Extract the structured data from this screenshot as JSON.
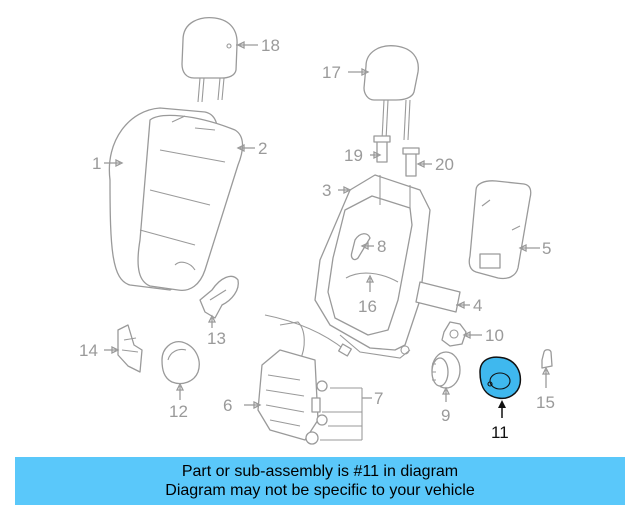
{
  "callouts": {
    "c1": "1",
    "c2": "2",
    "c3": "3",
    "c4": "4",
    "c5": "5",
    "c6": "6",
    "c7": "7",
    "c8": "8",
    "c9": "9",
    "c10": "10",
    "c11": "11",
    "c12": "12",
    "c13": "13",
    "c14": "14",
    "c15": "15",
    "c16": "16",
    "c17": "17",
    "c18": "18",
    "c19": "19",
    "c20": "20"
  },
  "highlight": {
    "part": "11",
    "color": "#3fb8ee"
  },
  "banner": {
    "line1": "Part or sub-assembly is #11 in diagram",
    "line2": "Diagram may not be specific to your vehicle",
    "color": "#5ac8fa"
  }
}
